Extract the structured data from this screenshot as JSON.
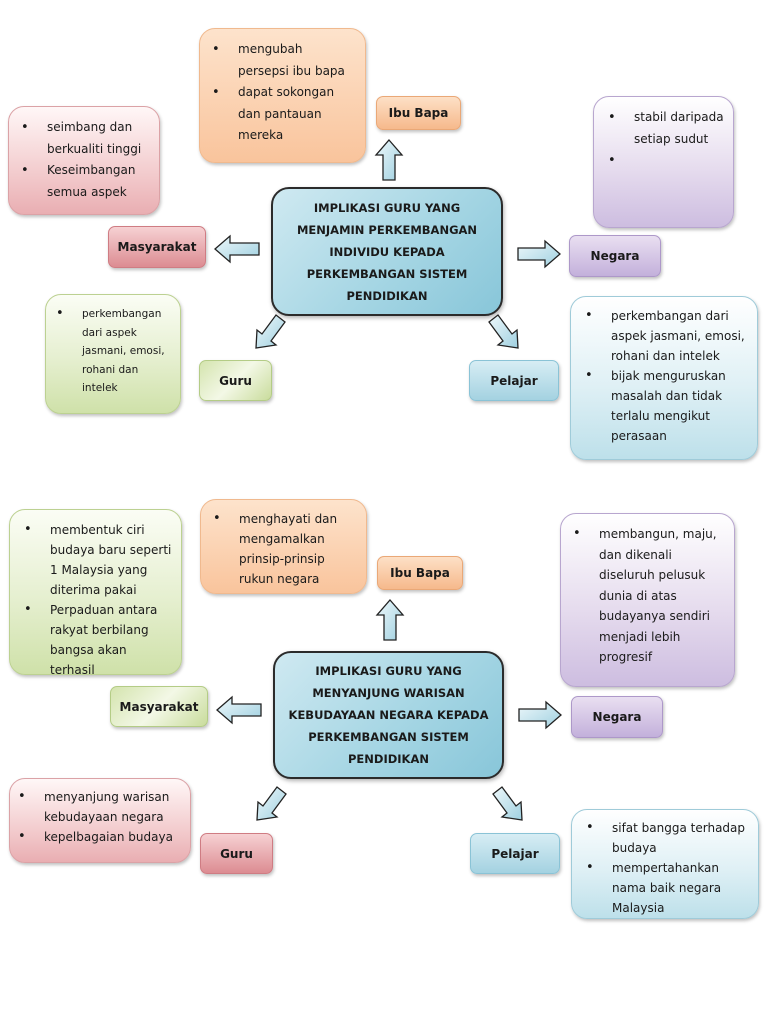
{
  "diagram1": {
    "center": "IMPLIKASI GURU YANG MENJAMIN PERKEMBANGAN INDIVIDU KEPADA PERKEMBANGAN SISTEM PENDIDIKAN",
    "ibu_bapa": {
      "label": "Ibu Bapa",
      "points": [
        "mengubah persepsi ibu bapa",
        "dapat sokongan dan pantauan mereka"
      ]
    },
    "masyarakat": {
      "label": "Masyarakat",
      "points": [
        "seimbang dan berkualiti tinggi",
        "Keseimbangan semua aspek"
      ]
    },
    "negara": {
      "label": "Negara",
      "points": [
        "stabil daripada setiap sudut",
        ""
      ]
    },
    "guru": {
      "label": "Guru",
      "points": [
        "perkembangan dari aspek jasmani, emosi, rohani dan intelek"
      ]
    },
    "pelajar": {
      "label": "Pelajar",
      "points": [
        "perkembangan dari aspek jasmani, emosi, rohani dan intelek",
        "bijak menguruskan masalah dan tidak terlalu mengikut perasaan"
      ]
    }
  },
  "diagram2": {
    "center": "IMPLIKASI GURU YANG MENYANJUNG WARISAN KEBUDAYAAN NEGARA KEPADA PERKEMBANGAN SISTEM PENDIDIKAN",
    "ibu_bapa": {
      "label": "Ibu Bapa",
      "points": [
        "menghayati dan mengamalkan prinsip-prinsip rukun negara"
      ]
    },
    "masyarakat": {
      "label": "Masyarakat",
      "points": [
        "membentuk ciri budaya baru seperti 1 Malaysia yang diterima pakai",
        "Perpaduan antara rakyat berbilang bangsa akan terhasil"
      ]
    },
    "negara": {
      "label": "Negara",
      "points": [
        "membangun, maju, dan dikenali diseluruh pelusuk dunia di atas budayanya sendiri menjadi lebih progresif"
      ]
    },
    "guru": {
      "label": "Guru",
      "points": [
        "menyanjung warisan kebudayaan negara",
        "kepelbagaian budaya"
      ]
    },
    "pelajar": {
      "label": "Pelajar",
      "points": [
        "sifat bangga terhadap budaya",
        "mempertahankan nama baik negara Malaysia"
      ]
    }
  },
  "icons": {
    "arrow": "block-arrow-icon",
    "bullet": "bullet-icon"
  }
}
